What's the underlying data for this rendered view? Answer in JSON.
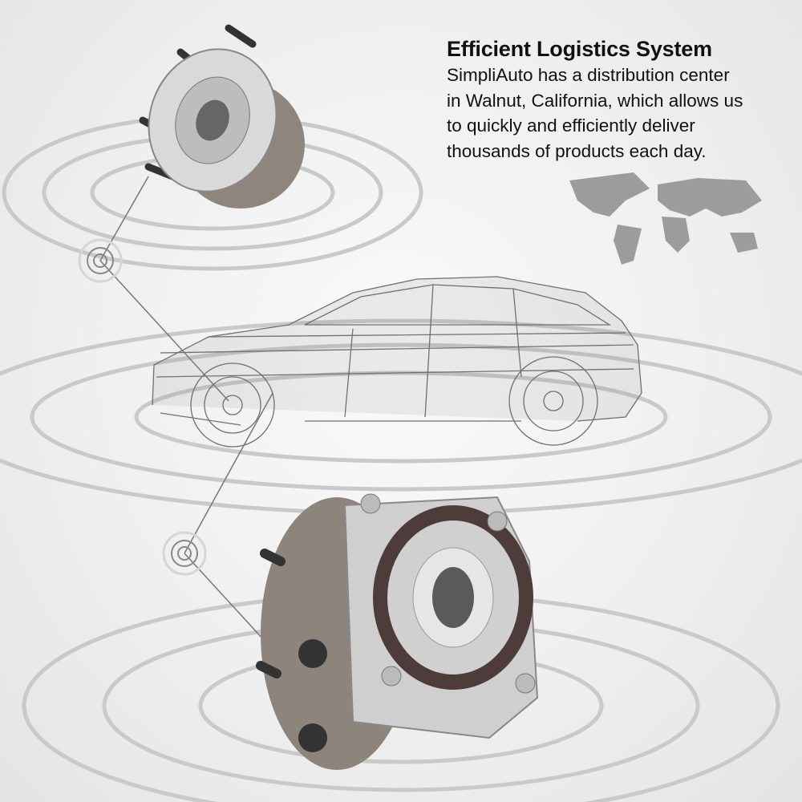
{
  "heading": "Efficient Logistics System",
  "body_lines": [
    "SimpliAuto has a distribution center",
    "in Walnut, California, which allows us",
    "to quickly and efficiently deliver",
    "thousands of products each day."
  ],
  "colors": {
    "text": "#111111",
    "rings": "#c8c8c8",
    "wireframe": "#6a6a6a",
    "metal": "#b9b9b9"
  }
}
